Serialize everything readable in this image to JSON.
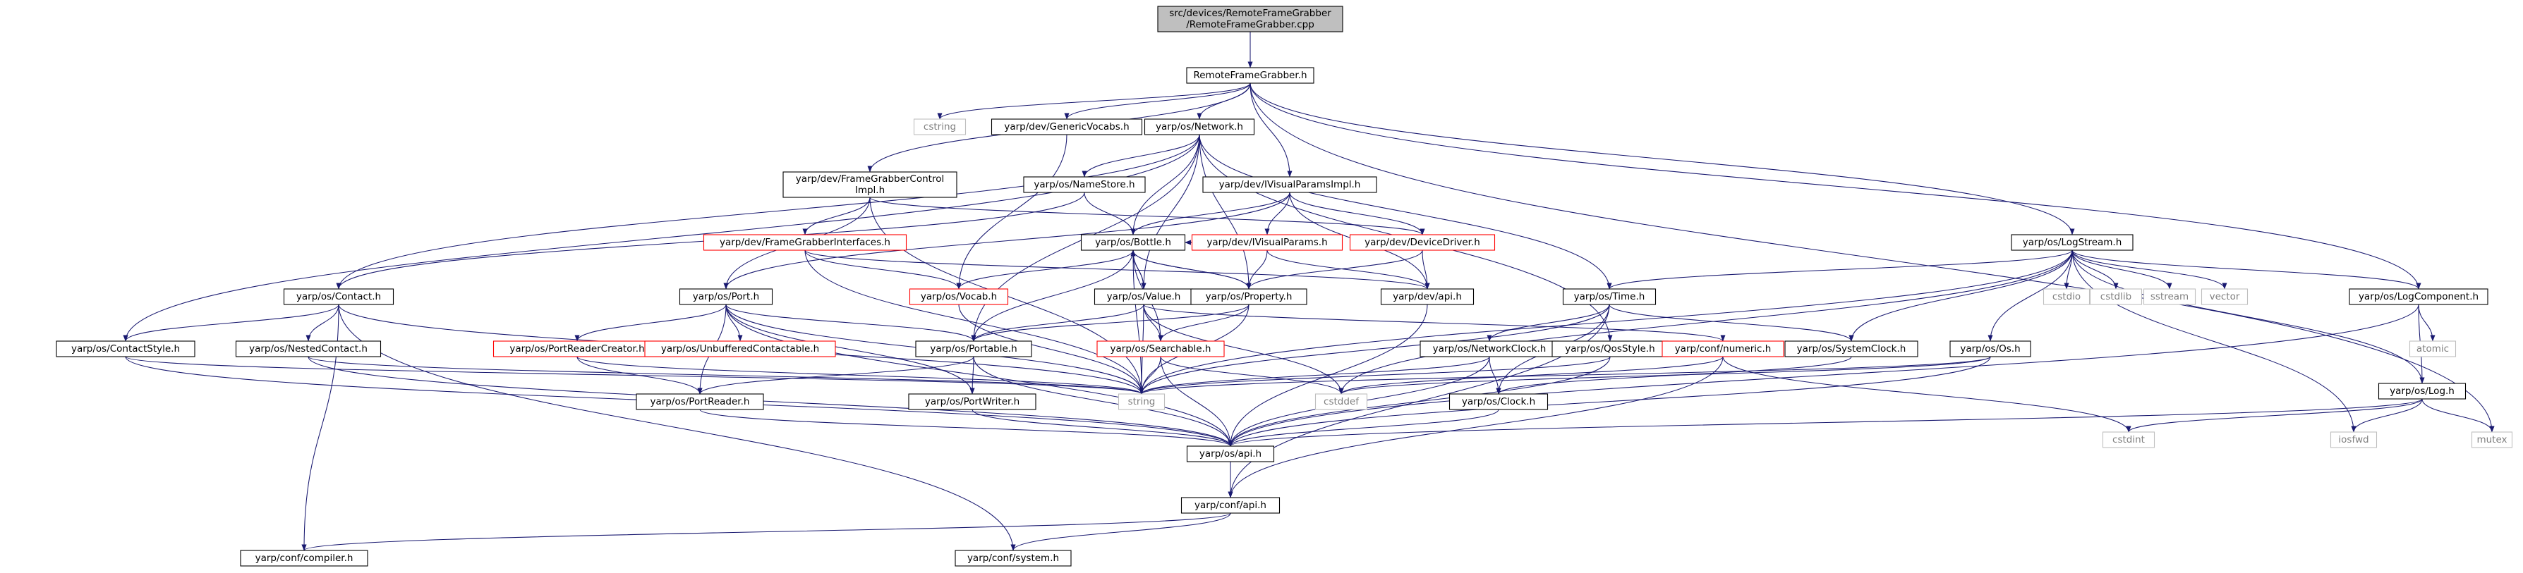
{
  "graph": {
    "nodes": [
      {
        "id": "root",
        "label": [
          "src/devices/RemoteFrameGrabber",
          "/RemoteFrameGrabber.cpp"
        ],
        "kind": "root"
      },
      {
        "id": "rfg",
        "label": [
          "RemoteFrameGrabber.h"
        ],
        "kind": "normal"
      },
      {
        "id": "cstring",
        "label": [
          "cstring"
        ],
        "kind": "lib"
      },
      {
        "id": "gvocabs",
        "label": [
          "yarp/dev/GenericVocabs.h"
        ],
        "kind": "normal"
      },
      {
        "id": "network",
        "label": [
          "yarp/os/Network.h"
        ],
        "kind": "normal"
      },
      {
        "id": "fgci",
        "label": [
          "yarp/dev/FrameGrabberControl",
          "Impl.h"
        ],
        "kind": "normal"
      },
      {
        "id": "ivpi",
        "label": [
          "yarp/dev/IVisualParamsImpl.h"
        ],
        "kind": "normal"
      },
      {
        "id": "namestore",
        "label": [
          "yarp/os/NameStore.h"
        ],
        "kind": "normal"
      },
      {
        "id": "bottle",
        "label": [
          "yarp/os/Bottle.h"
        ],
        "kind": "normal"
      },
      {
        "id": "ivp",
        "label": [
          "yarp/dev/IVisualParams.h"
        ],
        "kind": "missing"
      },
      {
        "id": "devdriver",
        "label": [
          "yarp/dev/DeviceDriver.h"
        ],
        "kind": "missing"
      },
      {
        "id": "fgif",
        "label": [
          "yarp/dev/FrameGrabberInterfaces.h"
        ],
        "kind": "missing"
      },
      {
        "id": "contact",
        "label": [
          "yarp/os/Contact.h"
        ],
        "kind": "normal"
      },
      {
        "id": "vocab",
        "label": [
          "yarp/os/Vocab.h"
        ],
        "kind": "missing"
      },
      {
        "id": "port",
        "label": [
          "yarp/os/Port.h"
        ],
        "kind": "normal"
      },
      {
        "id": "value",
        "label": [
          "yarp/os/Value.h"
        ],
        "kind": "normal"
      },
      {
        "id": "property",
        "label": [
          "yarp/os/Property.h"
        ],
        "kind": "normal"
      },
      {
        "id": "devapi",
        "label": [
          "yarp/dev/api.h"
        ],
        "kind": "normal"
      },
      {
        "id": "time",
        "label": [
          "yarp/os/Time.h"
        ],
        "kind": "normal"
      },
      {
        "id": "logstream",
        "label": [
          "yarp/os/LogStream.h"
        ],
        "kind": "normal"
      },
      {
        "id": "cstdio",
        "label": [
          "cstdio"
        ],
        "kind": "lib"
      },
      {
        "id": "cstdlib",
        "label": [
          "cstdlib"
        ],
        "kind": "lib"
      },
      {
        "id": "sstream",
        "label": [
          "sstream"
        ],
        "kind": "lib"
      },
      {
        "id": "vector",
        "label": [
          "vector"
        ],
        "kind": "lib"
      },
      {
        "id": "logcomp",
        "label": [
          "yarp/os/LogComponent.h"
        ],
        "kind": "normal"
      },
      {
        "id": "atomic",
        "label": [
          "atomic"
        ],
        "kind": "lib"
      },
      {
        "id": "log",
        "label": [
          "yarp/os/Log.h"
        ],
        "kind": "normal"
      },
      {
        "id": "contactstyle",
        "label": [
          "yarp/os/ContactStyle.h"
        ],
        "kind": "normal"
      },
      {
        "id": "nested",
        "label": [
          "yarp/os/NestedContact.h"
        ],
        "kind": "normal"
      },
      {
        "id": "prc",
        "label": [
          "yarp/os/PortReaderCreator.h"
        ],
        "kind": "missing"
      },
      {
        "id": "unbuf",
        "label": [
          "yarp/os/UnbufferedContactable.h"
        ],
        "kind": "missing"
      },
      {
        "id": "portable",
        "label": [
          "yarp/os/Portable.h"
        ],
        "kind": "normal"
      },
      {
        "id": "searchable",
        "label": [
          "yarp/os/Searchable.h"
        ],
        "kind": "missing"
      },
      {
        "id": "netclock",
        "label": [
          "yarp/os/NetworkClock.h"
        ],
        "kind": "normal"
      },
      {
        "id": "qos",
        "label": [
          "yarp/os/QosStyle.h"
        ],
        "kind": "normal"
      },
      {
        "id": "numeric",
        "label": [
          "yarp/conf/numeric.h"
        ],
        "kind": "missing"
      },
      {
        "id": "sysclock",
        "label": [
          "yarp/os/SystemClock.h"
        ],
        "kind": "normal"
      },
      {
        "id": "osos",
        "label": [
          "yarp/os/Os.h"
        ],
        "kind": "normal"
      },
      {
        "id": "portreader",
        "label": [
          "yarp/os/PortReader.h"
        ],
        "kind": "normal"
      },
      {
        "id": "portwriter",
        "label": [
          "yarp/os/PortWriter.h"
        ],
        "kind": "normal"
      },
      {
        "id": "string",
        "label": [
          "string"
        ],
        "kind": "lib"
      },
      {
        "id": "cstddef",
        "label": [
          "cstddef"
        ],
        "kind": "lib"
      },
      {
        "id": "clock",
        "label": [
          "yarp/os/Clock.h"
        ],
        "kind": "normal"
      },
      {
        "id": "cstdint",
        "label": [
          "cstdint"
        ],
        "kind": "lib"
      },
      {
        "id": "iosfwd",
        "label": [
          "iosfwd"
        ],
        "kind": "lib"
      },
      {
        "id": "mutex",
        "label": [
          "mutex"
        ],
        "kind": "lib"
      },
      {
        "id": "osapi",
        "label": [
          "yarp/os/api.h"
        ],
        "kind": "normal"
      },
      {
        "id": "confapi",
        "label": [
          "yarp/conf/api.h"
        ],
        "kind": "normal"
      },
      {
        "id": "compiler",
        "label": [
          "yarp/conf/compiler.h"
        ],
        "kind": "normal"
      },
      {
        "id": "system",
        "label": [
          "yarp/conf/system.h"
        ],
        "kind": "normal"
      }
    ],
    "edges": [
      [
        "root",
        "rfg"
      ],
      [
        "rfg",
        "cstring"
      ],
      [
        "rfg",
        "gvocabs"
      ],
      [
        "rfg",
        "network"
      ],
      [
        "rfg",
        "fgci"
      ],
      [
        "rfg",
        "ivpi"
      ],
      [
        "rfg",
        "logstream"
      ],
      [
        "rfg",
        "logcomp"
      ],
      [
        "rfg",
        "mutex"
      ],
      [
        "gvocabs",
        "vocab"
      ],
      [
        "network",
        "namestore"
      ],
      [
        "network",
        "bottle"
      ],
      [
        "network",
        "contact"
      ],
      [
        "network",
        "contactstyle"
      ],
      [
        "network",
        "portable"
      ],
      [
        "network",
        "property"
      ],
      [
        "network",
        "time"
      ],
      [
        "network",
        "qos"
      ],
      [
        "network",
        "value"
      ],
      [
        "fgci",
        "fgif"
      ],
      [
        "fgci",
        "devdriver"
      ],
      [
        "fgci",
        "port"
      ],
      [
        "fgci",
        "string"
      ],
      [
        "ivpi",
        "bottle"
      ],
      [
        "ivpi",
        "ivp"
      ],
      [
        "ivpi",
        "devdriver"
      ],
      [
        "ivpi",
        "devapi"
      ],
      [
        "ivpi",
        "port"
      ],
      [
        "namestore",
        "contact"
      ],
      [
        "namestore",
        "bottle"
      ],
      [
        "bottle",
        "vocab"
      ],
      [
        "bottle",
        "value"
      ],
      [
        "bottle",
        "portable"
      ],
      [
        "bottle",
        "property"
      ],
      [
        "bottle",
        "searchable"
      ],
      [
        "bottle",
        "string"
      ],
      [
        "ivp",
        "bottle"
      ],
      [
        "ivp",
        "property"
      ],
      [
        "ivp",
        "devapi"
      ],
      [
        "devdriver",
        "property"
      ],
      [
        "devdriver",
        "devapi"
      ],
      [
        "fgif",
        "vocab"
      ],
      [
        "fgif",
        "devapi"
      ],
      [
        "fgif",
        "string"
      ],
      [
        "contact",
        "contactstyle"
      ],
      [
        "contact",
        "nested"
      ],
      [
        "contact",
        "string"
      ],
      [
        "contact",
        "compiler"
      ],
      [
        "contact",
        "system"
      ],
      [
        "vocab",
        "string"
      ],
      [
        "port",
        "prc"
      ],
      [
        "port",
        "unbuf"
      ],
      [
        "port",
        "portable"
      ],
      [
        "port",
        "portreader"
      ],
      [
        "port",
        "portwriter"
      ],
      [
        "port",
        "string"
      ],
      [
        "port",
        "osapi"
      ],
      [
        "value",
        "bottle"
      ],
      [
        "value",
        "searchable"
      ],
      [
        "value",
        "portable"
      ],
      [
        "value",
        "numeric"
      ],
      [
        "value",
        "cstddef"
      ],
      [
        "value",
        "string"
      ],
      [
        "property",
        "portable"
      ],
      [
        "property",
        "searchable"
      ],
      [
        "property",
        "string"
      ],
      [
        "property",
        "bottle"
      ],
      [
        "devapi",
        "osapi"
      ],
      [
        "time",
        "netclock"
      ],
      [
        "time",
        "sysclock"
      ],
      [
        "time",
        "clock"
      ],
      [
        "time",
        "string"
      ],
      [
        "time",
        "confapi"
      ],
      [
        "logstream",
        "time"
      ],
      [
        "logstream",
        "sysclock"
      ],
      [
        "logstream",
        "osos"
      ],
      [
        "logstream",
        "cstdio"
      ],
      [
        "logstream",
        "cstdlib"
      ],
      [
        "logstream",
        "sstream"
      ],
      [
        "logstream",
        "vector"
      ],
      [
        "logstream",
        "logcomp"
      ],
      [
        "logstream",
        "log"
      ],
      [
        "logstream",
        "iosfwd"
      ],
      [
        "logstream",
        "string"
      ],
      [
        "logstream",
        "cstddef"
      ],
      [
        "logcomp",
        "atomic"
      ],
      [
        "logcomp",
        "log"
      ],
      [
        "logcomp",
        "osapi"
      ],
      [
        "log",
        "cstdint"
      ],
      [
        "log",
        "iosfwd"
      ],
      [
        "log",
        "mutex"
      ],
      [
        "log",
        "osapi"
      ],
      [
        "contactstyle",
        "string"
      ],
      [
        "contactstyle",
        "osapi"
      ],
      [
        "nested",
        "string"
      ],
      [
        "nested",
        "osapi"
      ],
      [
        "prc",
        "portreader"
      ],
      [
        "prc",
        "string"
      ],
      [
        "portable",
        "portreader"
      ],
      [
        "portable",
        "portwriter"
      ],
      [
        "portable",
        "osapi"
      ],
      [
        "searchable",
        "string"
      ],
      [
        "searchable",
        "cstddef"
      ],
      [
        "searchable",
        "osapi"
      ],
      [
        "netclock",
        "clock"
      ],
      [
        "netclock",
        "string"
      ],
      [
        "netclock",
        "osapi"
      ],
      [
        "qos",
        "string"
      ],
      [
        "qos",
        "osapi"
      ],
      [
        "numeric",
        "cstdint"
      ],
      [
        "numeric",
        "cstddef"
      ],
      [
        "numeric",
        "confapi"
      ],
      [
        "sysclock",
        "clock"
      ],
      [
        "osos",
        "string"
      ],
      [
        "osos",
        "cstddef"
      ],
      [
        "osos",
        "osapi"
      ],
      [
        "portreader",
        "osapi"
      ],
      [
        "portwriter",
        "osapi"
      ],
      [
        "clock",
        "osapi"
      ],
      [
        "osapi",
        "confapi"
      ],
      [
        "confapi",
        "compiler"
      ],
      [
        "confapi",
        "system"
      ]
    ]
  }
}
